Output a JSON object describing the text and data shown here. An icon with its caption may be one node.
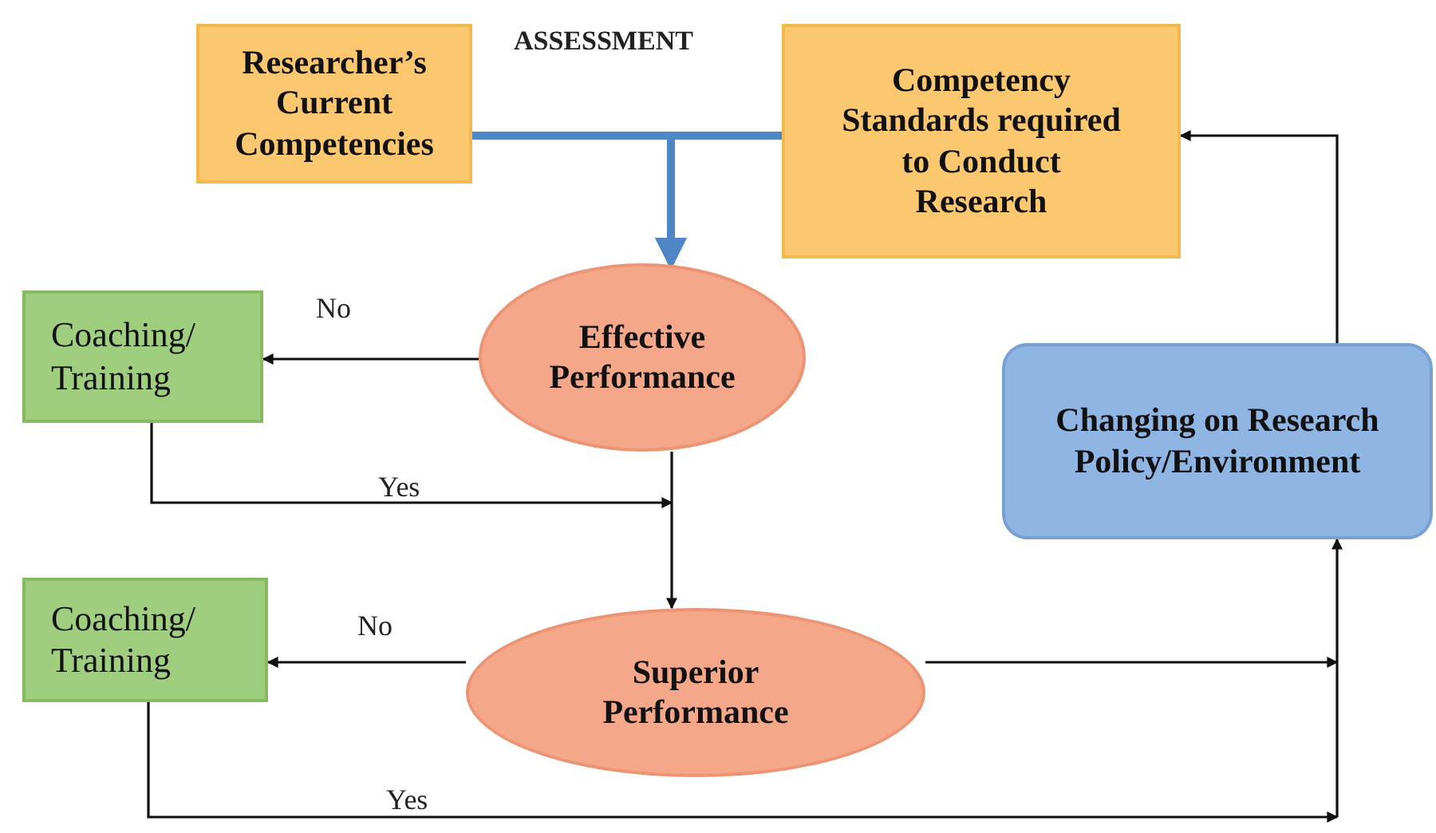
{
  "diagram": {
    "nodes": [
      {
        "text": [
          "Researcher’s Current Competencies"
        ]
      },
      {
        "text": [
          "Competency Standards required to Conduct Research"
        ]
      },
      {
        "text": [
          "Coaching/ Training"
        ]
      },
      {
        "text": [
          "Effective Performance"
        ]
      },
      {
        "text": [
          "Changing on Research Policy/Environment"
        ]
      },
      {
        "text": [
          "Coaching/ Training"
        ]
      },
      {
        "text": [
          "Superior Performance"
        ]
      }
    ],
    "edges": [
      {
        "from": 0,
        "to": 3,
        "arrow": "to",
        "style": "thick",
        "color": "#4f87c6"
      },
      {
        "from": 1,
        "to": 3,
        "arrow": "to",
        "style": "thick",
        "color": "#4f87c6"
      },
      {
        "from": 3,
        "to": 2,
        "arrow": "to",
        "label": "No"
      },
      {
        "from": 2,
        "to": 6,
        "arrow": "to",
        "label": "Yes"
      },
      {
        "from": 3,
        "to": 6,
        "arrow": "to"
      },
      {
        "from": 6,
        "to": 5,
        "arrow": "to",
        "label": "No"
      },
      {
        "from": 5,
        "to": 4,
        "arrow": "to",
        "label": "Yes"
      },
      {
        "from": 6,
        "to": 4,
        "arrow": "to"
      },
      {
        "from": 4,
        "to": 1,
        "arrow": "to"
      }
    ],
    "labels": [
      "ASSESSMENT"
    ]
  }
}
